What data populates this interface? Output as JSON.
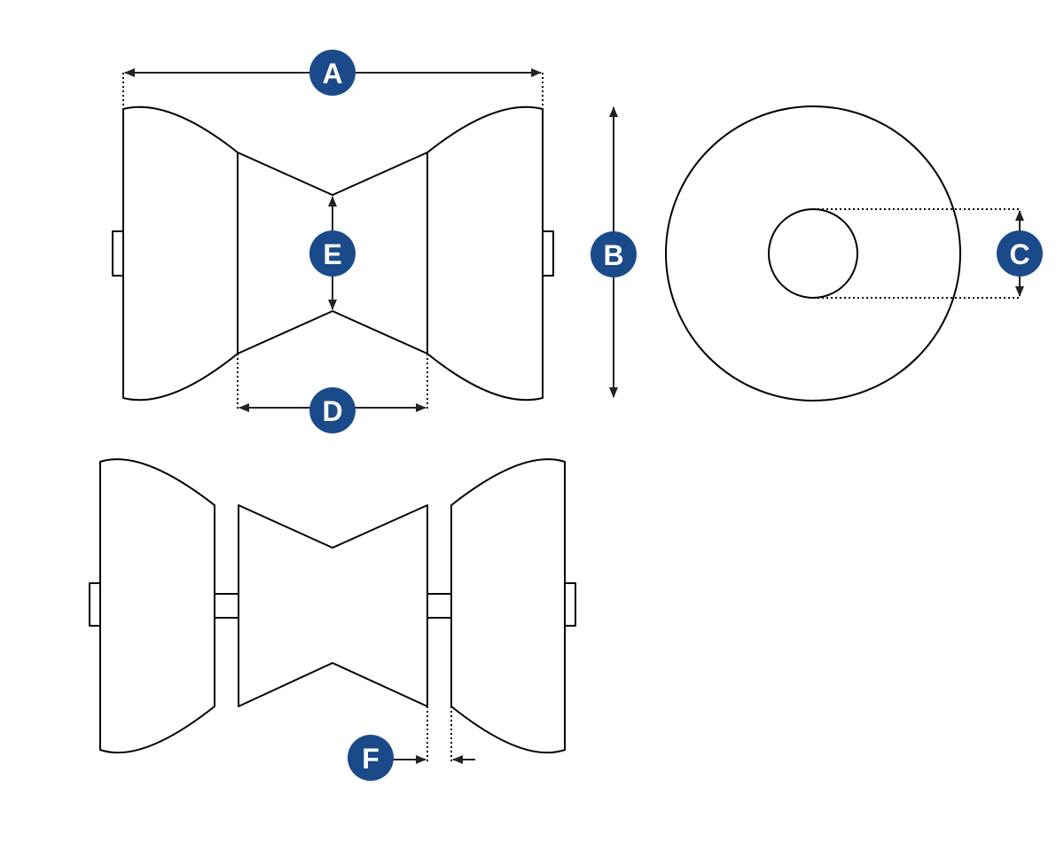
{
  "colors": {
    "badge": "#1a4a8a",
    "line": "#000000",
    "arrow": "#222222",
    "badge_text": "#ffffff"
  },
  "dimension_labels": {
    "overall_length": "A",
    "outer_diameter": "B",
    "bore_diameter": "C",
    "center_section_width": "D",
    "center_diameter": "E",
    "gap_between_sections": "F"
  }
}
